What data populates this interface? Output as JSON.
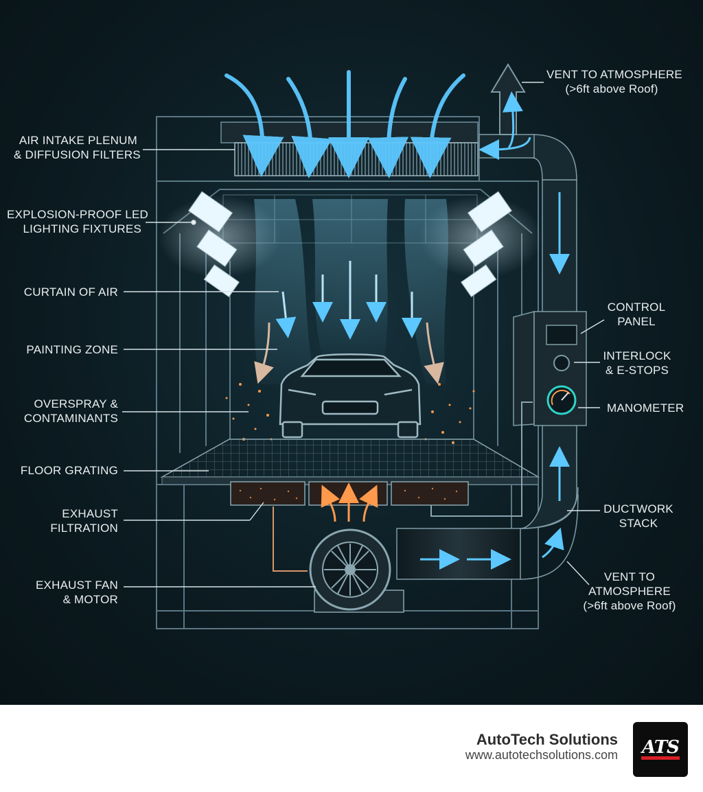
{
  "labels": {
    "air_intake": [
      "AIR INTAKE PLENUM",
      "& DIFFUSION FILTERS"
    ],
    "lighting": [
      "EXPLOSION-PROOF LED",
      "LIGHTING FIXTURES"
    ],
    "curtain": [
      "CURTAIN OF AIR"
    ],
    "painting_zone": [
      "PAINTING ZONE"
    ],
    "overspray": [
      "OVERSPRAY &",
      "CONTAMINANTS"
    ],
    "floor_grating": [
      "FLOOR GRATING"
    ],
    "exhaust_filtration": [
      "EXHAUST",
      "FILTRATION"
    ],
    "exhaust_fan": [
      "EXHAUST FAN",
      "& MOTOR"
    ],
    "vent_top": [
      "VENT TO ATMOSPHERE",
      "(>6ft above Roof)"
    ],
    "control_panel": [
      "CONTROL",
      "PANEL"
    ],
    "interlock": [
      "INTERLOCK",
      "& E-STOPS"
    ],
    "manometer": [
      "MANOMETER"
    ],
    "ductwork": [
      "DUCTWORK",
      "STACK"
    ],
    "vent_bottom": [
      "VENT TO",
      "ATMOSPHERE",
      "(>6ft above Roof)"
    ]
  },
  "footer": {
    "company": "AutoTech Solutions",
    "url": "www.autotechsolutions.com",
    "logo_text": "ATS"
  },
  "colors": {
    "airflow": "#4fc3f7",
    "overspray": "#ff9a4d",
    "structure": "#6f8f9c",
    "accent_red": "#d81f26"
  }
}
